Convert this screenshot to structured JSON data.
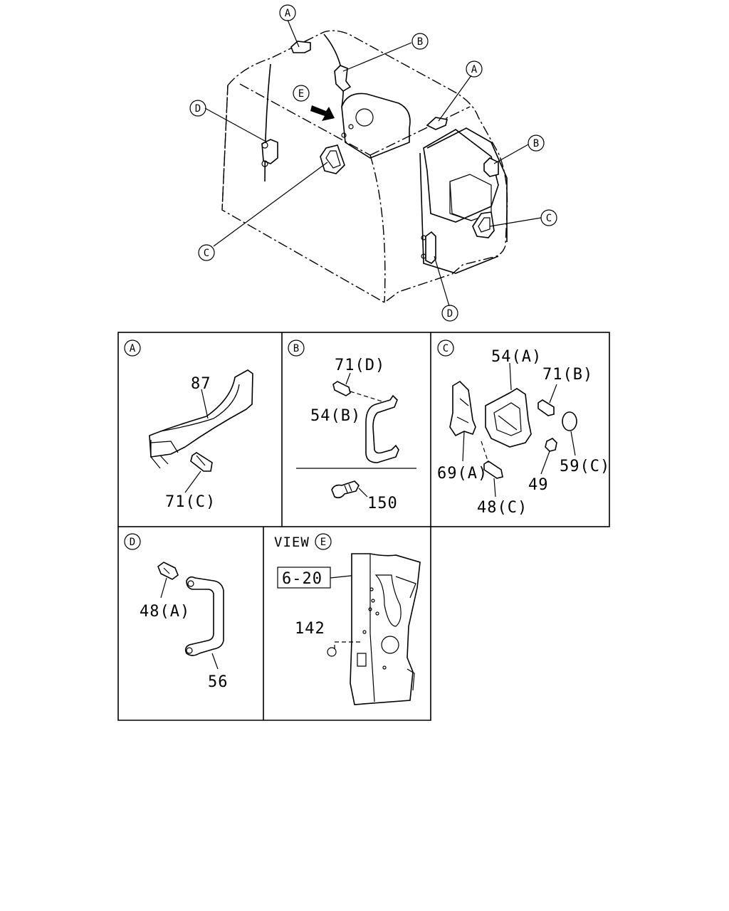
{
  "overview": {
    "callouts": {
      "a_top": "A",
      "b_top": "B",
      "a_right": "A",
      "b_right": "B",
      "c_right": "C",
      "d_left": "D",
      "c_left": "C",
      "d_bottom": "D",
      "e_view": "E"
    }
  },
  "panels": {
    "a": {
      "tag": "A",
      "labels": {
        "p87": "87",
        "p71c": "71(C)"
      }
    },
    "b": {
      "tag": "B",
      "labels": {
        "p71d": "71(D)",
        "p54b": "54(B)",
        "p150": "150"
      }
    },
    "c": {
      "tag": "C",
      "labels": {
        "p54a": "54(A)",
        "p71b": "71(B)",
        "p69a": "69(A)",
        "p49": "49",
        "p59c": "59(C)",
        "p48c": "48(C)"
      }
    },
    "d": {
      "tag": "D",
      "labels": {
        "p48a": "48(A)",
        "p56": "56"
      }
    },
    "e": {
      "view_word": "VIEW",
      "tag": "E",
      "labels": {
        "ref": "6-20",
        "p142": "142"
      }
    }
  }
}
